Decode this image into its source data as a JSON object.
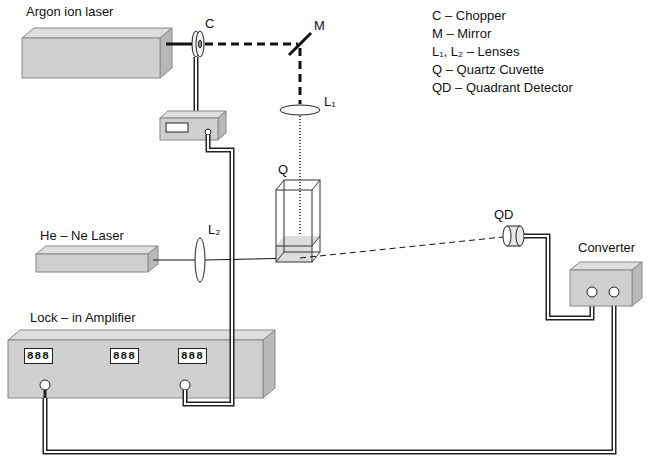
{
  "diagram": {
    "nodes": [
      {
        "text": [
          "Argon ion laser"
        ]
      },
      {
        "text": [
          "He – Ne Laser"
        ]
      },
      {
        "text": [
          "Lock – in Amplifier"
        ]
      },
      {
        "text": [
          "Converter"
        ]
      }
    ],
    "edges": [
      {
        "from": 3,
        "to": 2,
        "arrow": "none"
      }
    ],
    "labels": [
      "C – Chopper",
      "M – Mirror",
      "L₁, L₂ – Lenses",
      "Q – Quartz Cuvette",
      "QD – Quadrant Detector",
      "C",
      "M",
      "L₁",
      "L₂",
      "Q",
      "QD",
      "888",
      "888",
      "888"
    ]
  }
}
